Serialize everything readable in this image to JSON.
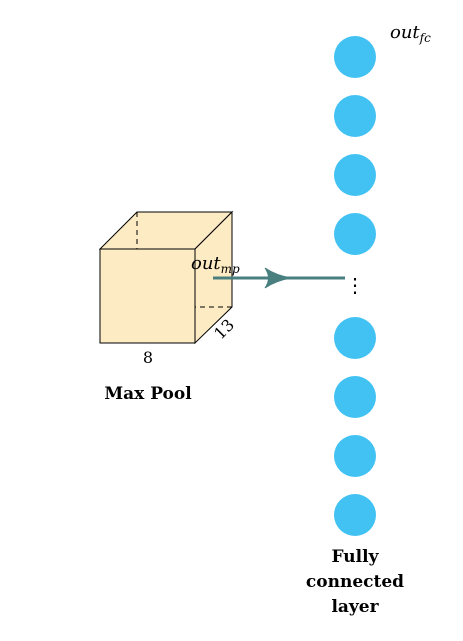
{
  "maxpool": {
    "caption": "Max Pool",
    "dim_width": "8",
    "dim_depth": "13",
    "face_color": "#FDEBC4"
  },
  "arrow": {
    "label_base": "out",
    "label_sub": "mp",
    "color": "#4A7F80"
  },
  "fc_layer": {
    "caption_lines": [
      "Fully",
      "connected",
      "layer"
    ],
    "output_label_base": "out",
    "output_label_sub": "fc",
    "ellipsis": "⋮",
    "node_color": "#42C2F2",
    "nodes_above_ellipsis": 4,
    "nodes_below_ellipsis": 4
  }
}
